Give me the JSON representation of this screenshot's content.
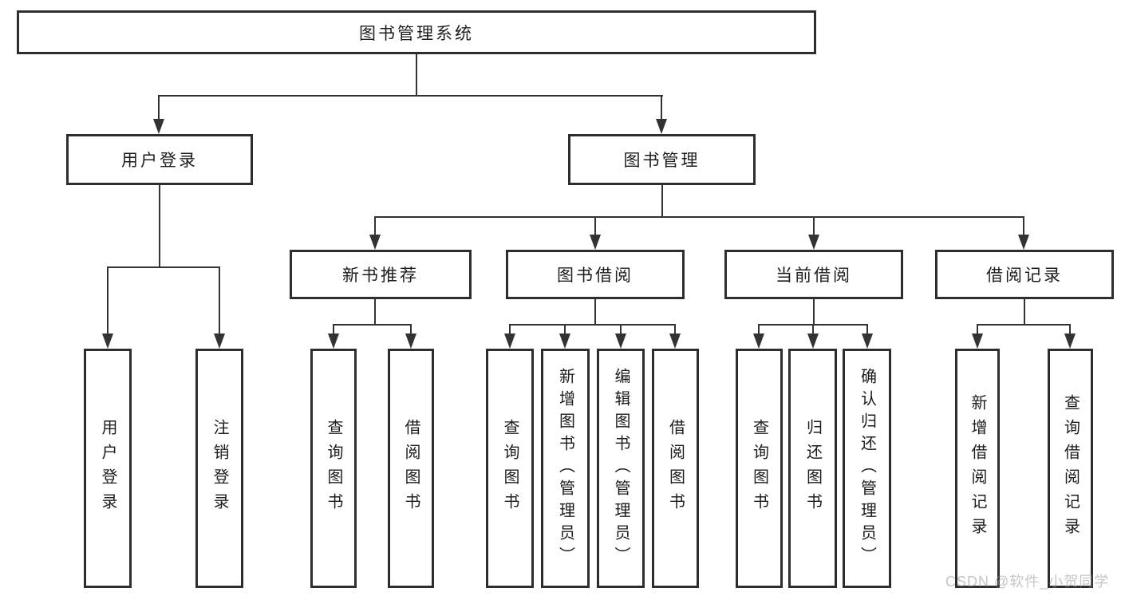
{
  "diagram": {
    "title": "图书管理系统",
    "level1": {
      "user_login": "用户登录",
      "book_mgmt": "图书管理"
    },
    "level2": {
      "new_book_rec": "新书推荐",
      "book_borrow": "图书借阅",
      "current_borrow": "当前借阅",
      "borrow_records": "借阅记录"
    },
    "leaves": {
      "user_login_leaf": "用户登录",
      "logout_leaf": "注销登录",
      "rec_query_books": "查询图书",
      "rec_borrow_books": "借阅图书",
      "bor_query_books": "查询图书",
      "bor_add_books": "新增图书（管理员）",
      "bor_edit_books": "编辑图书（管理员）",
      "bor_borrow_books": "借阅图书",
      "cur_query_books": "查询图书",
      "cur_return_books": "归还图书",
      "cur_confirm_return": "确认归还（管理员）",
      "rcd_add_record": "新增借阅记录",
      "rcd_query_record": "查询借阅记录"
    },
    "watermark": "CSDN @软件_小贺同学",
    "colors": {
      "line": "#333333",
      "border": "#2d2d2d",
      "text": "#1c1c1c",
      "background": "#ffffff",
      "watermark": "#969696"
    }
  }
}
